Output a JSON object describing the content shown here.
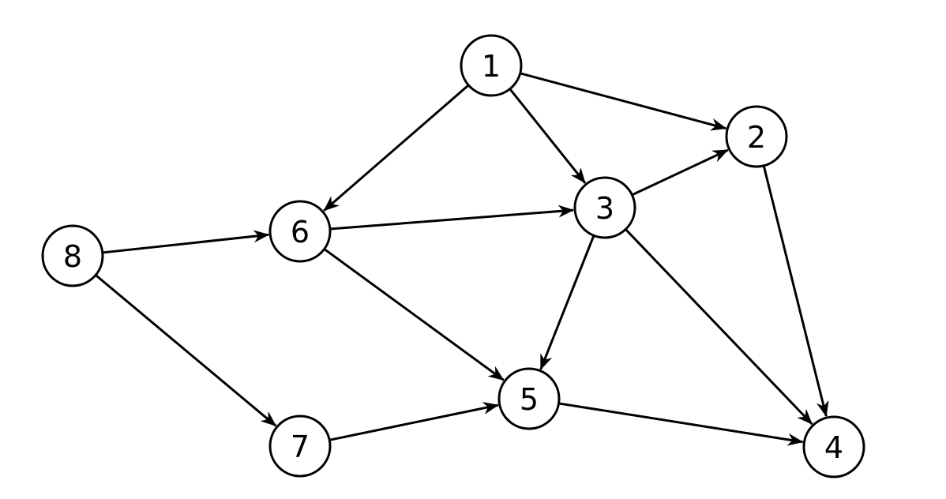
{
  "graph": {
    "type": "directed-graph",
    "nodes": [
      {
        "id": "1",
        "label": "1"
      },
      {
        "id": "2",
        "label": "2"
      },
      {
        "id": "3",
        "label": "3"
      },
      {
        "id": "4",
        "label": "4"
      },
      {
        "id": "5",
        "label": "5"
      },
      {
        "id": "6",
        "label": "6"
      },
      {
        "id": "7",
        "label": "7"
      },
      {
        "id": "8",
        "label": "8"
      }
    ],
    "edges": [
      {
        "from": "1",
        "to": "2"
      },
      {
        "from": "1",
        "to": "3"
      },
      {
        "from": "1",
        "to": "6"
      },
      {
        "from": "3",
        "to": "2"
      },
      {
        "from": "6",
        "to": "3"
      },
      {
        "from": "8",
        "to": "6"
      },
      {
        "from": "6",
        "to": "5"
      },
      {
        "from": "3",
        "to": "5"
      },
      {
        "from": "3",
        "to": "4"
      },
      {
        "from": "2",
        "to": "4"
      },
      {
        "from": "8",
        "to": "7"
      },
      {
        "from": "7",
        "to": "5"
      },
      {
        "from": "5",
        "to": "4"
      }
    ]
  }
}
